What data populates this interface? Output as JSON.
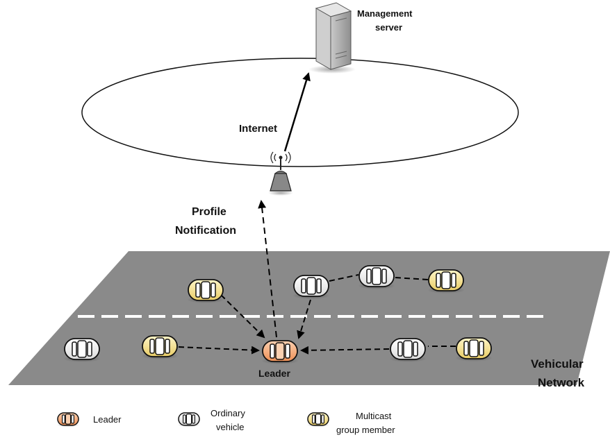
{
  "labels": {
    "server_line1": "Management",
    "server_line2": "server",
    "internet": "Internet",
    "profile_line1": "Profile",
    "profile_line2": "Notification",
    "network_line1": "Vehicular",
    "network_line2": "Network",
    "leader": "Leader"
  },
  "legend": {
    "leader": "Leader",
    "ordinary_line1": "Ordinary",
    "ordinary_line2": "vehicle",
    "multicast_line1": "Multicast",
    "multicast_line2": "group member"
  },
  "icons": [
    "server-icon",
    "antenna-tower-icon",
    "car-icon"
  ],
  "colors": {
    "road": "#8a8a8a",
    "leader": "#f4a070",
    "multicast": "#f2de88",
    "ordinary": "#ffffff"
  }
}
